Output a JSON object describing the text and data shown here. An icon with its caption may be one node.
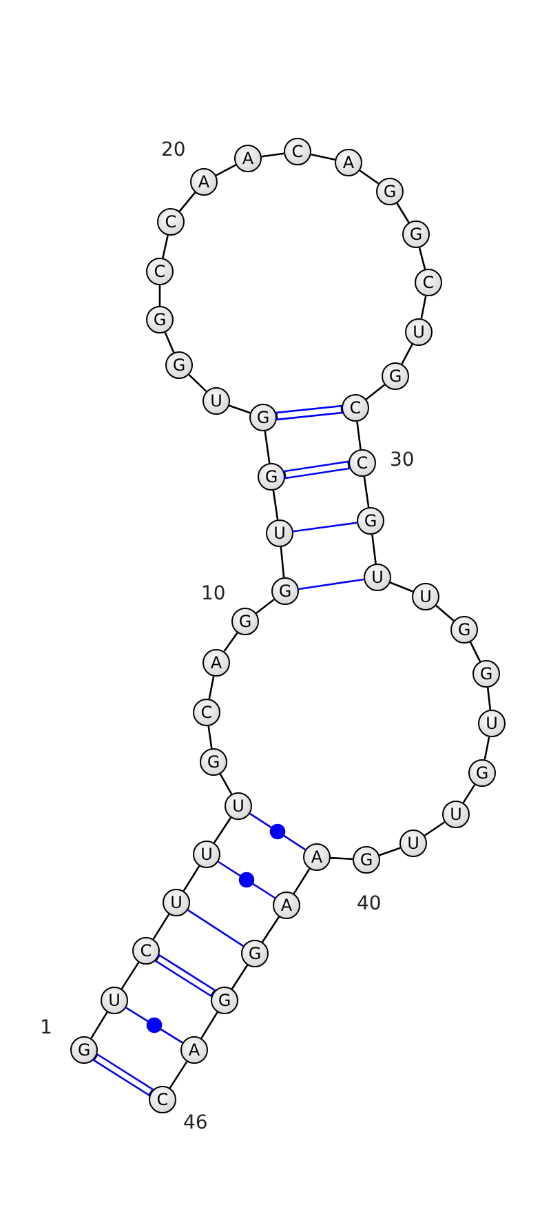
{
  "diagram": {
    "nodes": [
      {
        "text": [
          "G"
        ]
      },
      {
        "text": [
          "U"
        ]
      },
      {
        "text": [
          "C"
        ]
      },
      {
        "text": [
          "U"
        ]
      },
      {
        "text": [
          "U"
        ]
      },
      {
        "text": [
          "U"
        ]
      },
      {
        "text": [
          "G"
        ]
      },
      {
        "text": [
          "C"
        ]
      },
      {
        "text": [
          "A"
        ]
      },
      {
        "text": [
          "G"
        ]
      },
      {
        "text": [
          "G"
        ]
      },
      {
        "text": [
          "U"
        ]
      },
      {
        "text": [
          "G"
        ]
      },
      {
        "text": [
          "G"
        ]
      },
      {
        "text": [
          "U"
        ]
      },
      {
        "text": [
          "G"
        ]
      },
      {
        "text": [
          "G"
        ]
      },
      {
        "text": [
          "C"
        ]
      },
      {
        "text": [
          "C"
        ]
      },
      {
        "text": [
          "A"
        ]
      },
      {
        "text": [
          "A"
        ]
      },
      {
        "text": [
          "C"
        ]
      },
      {
        "text": [
          "A"
        ]
      },
      {
        "text": [
          "G"
        ]
      },
      {
        "text": [
          "G"
        ]
      },
      {
        "text": [
          "C"
        ]
      },
      {
        "text": [
          "U"
        ]
      },
      {
        "text": [
          "G"
        ]
      },
      {
        "text": [
          "C"
        ]
      },
      {
        "text": [
          "C"
        ]
      },
      {
        "text": [
          "G"
        ]
      },
      {
        "text": [
          "U"
        ]
      },
      {
        "text": [
          "U"
        ]
      },
      {
        "text": [
          "G"
        ]
      },
      {
        "text": [
          "G"
        ]
      },
      {
        "text": [
          "U"
        ]
      },
      {
        "text": [
          "G"
        ]
      },
      {
        "text": [
          "U"
        ]
      },
      {
        "text": [
          "U"
        ]
      },
      {
        "text": [
          "G"
        ]
      },
      {
        "text": [
          "A"
        ]
      },
      {
        "text": [
          "A"
        ]
      },
      {
        "text": [
          "G"
        ]
      },
      {
        "text": [
          "G"
        ]
      },
      {
        "text": [
          "A"
        ]
      },
      {
        "text": [
          "C"
        ]
      }
    ],
    "edges": [
      {
        "from": 0,
        "to": 1,
        "arrow": "none"
      },
      {
        "from": 1,
        "to": 2,
        "arrow": "none"
      },
      {
        "from": 2,
        "to": 3,
        "arrow": "none"
      },
      {
        "from": 3,
        "to": 4,
        "arrow": "none"
      },
      {
        "from": 4,
        "to": 5,
        "arrow": "none"
      },
      {
        "from": 5,
        "to": 6,
        "arrow": "none"
      },
      {
        "from": 6,
        "to": 7,
        "arrow": "none"
      },
      {
        "from": 7,
        "to": 8,
        "arrow": "none"
      },
      {
        "from": 8,
        "to": 9,
        "arrow": "none"
      },
      {
        "from": 9,
        "to": 10,
        "arrow": "none"
      },
      {
        "from": 10,
        "to": 11,
        "arrow": "none"
      },
      {
        "from": 11,
        "to": 12,
        "arrow": "none"
      },
      {
        "from": 12,
        "to": 13,
        "arrow": "none"
      },
      {
        "from": 13,
        "to": 14,
        "arrow": "none"
      },
      {
        "from": 14,
        "to": 15,
        "arrow": "none"
      },
      {
        "from": 15,
        "to": 16,
        "arrow": "none"
      },
      {
        "from": 16,
        "to": 17,
        "arrow": "none"
      },
      {
        "from": 17,
        "to": 18,
        "arrow": "none"
      },
      {
        "from": 18,
        "to": 19,
        "arrow": "none"
      },
      {
        "from": 19,
        "to": 20,
        "arrow": "none"
      },
      {
        "from": 20,
        "to": 21,
        "arrow": "none"
      },
      {
        "from": 21,
        "to": 22,
        "arrow": "none"
      },
      {
        "from": 22,
        "to": 23,
        "arrow": "none"
      },
      {
        "from": 23,
        "to": 24,
        "arrow": "none"
      },
      {
        "from": 24,
        "to": 25,
        "arrow": "none"
      },
      {
        "from": 25,
        "to": 26,
        "arrow": "none"
      },
      {
        "from": 26,
        "to": 27,
        "arrow": "none"
      },
      {
        "from": 27,
        "to": 28,
        "arrow": "none"
      },
      {
        "from": 28,
        "to": 29,
        "arrow": "none"
      },
      {
        "from": 29,
        "to": 30,
        "arrow": "none"
      },
      {
        "from": 30,
        "to": 31,
        "arrow": "none"
      },
      {
        "from": 31,
        "to": 32,
        "arrow": "none"
      },
      {
        "from": 32,
        "to": 33,
        "arrow": "none"
      },
      {
        "from": 33,
        "to": 34,
        "arrow": "none"
      },
      {
        "from": 34,
        "to": 35,
        "arrow": "none"
      },
      {
        "from": 35,
        "to": 36,
        "arrow": "none"
      },
      {
        "from": 36,
        "to": 37,
        "arrow": "none"
      },
      {
        "from": 37,
        "to": 38,
        "arrow": "none"
      },
      {
        "from": 38,
        "to": 39,
        "arrow": "none"
      },
      {
        "from": 39,
        "to": 40,
        "arrow": "none"
      },
      {
        "from": 40,
        "to": 41,
        "arrow": "none"
      },
      {
        "from": 41,
        "to": 42,
        "arrow": "none"
      },
      {
        "from": 42,
        "to": 43,
        "arrow": "none"
      },
      {
        "from": 43,
        "to": 44,
        "arrow": "none"
      },
      {
        "from": 44,
        "to": 45,
        "arrow": "none"
      },
      {
        "from": 0,
        "to": 45,
        "arrow": "none",
        "color": "#0000ff"
      },
      {
        "from": 1,
        "to": 44,
        "arrow": "none",
        "color": "#0000ff"
      },
      {
        "from": 2,
        "to": 43,
        "arrow": "none",
        "color": "#0000ff"
      },
      {
        "from": 3,
        "to": 42,
        "arrow": "none",
        "color": "#0000ff"
      },
      {
        "from": 4,
        "to": 41,
        "arrow": "none",
        "color": "#0000ff"
      },
      {
        "from": 5,
        "to": 40,
        "arrow": "none",
        "color": "#0000ff"
      },
      {
        "from": 10,
        "to": 31,
        "arrow": "none",
        "color": "#0000ff"
      },
      {
        "from": 11,
        "to": 30,
        "arrow": "none",
        "color": "#0000ff"
      },
      {
        "from": 12,
        "to": 29,
        "arrow": "none",
        "color": "#0000ff"
      },
      {
        "from": 13,
        "to": 28,
        "arrow": "none",
        "color": "#0000ff"
      }
    ],
    "labels": [
      "20",
      "30",
      "10",
      "40",
      "1",
      "46"
    ]
  }
}
